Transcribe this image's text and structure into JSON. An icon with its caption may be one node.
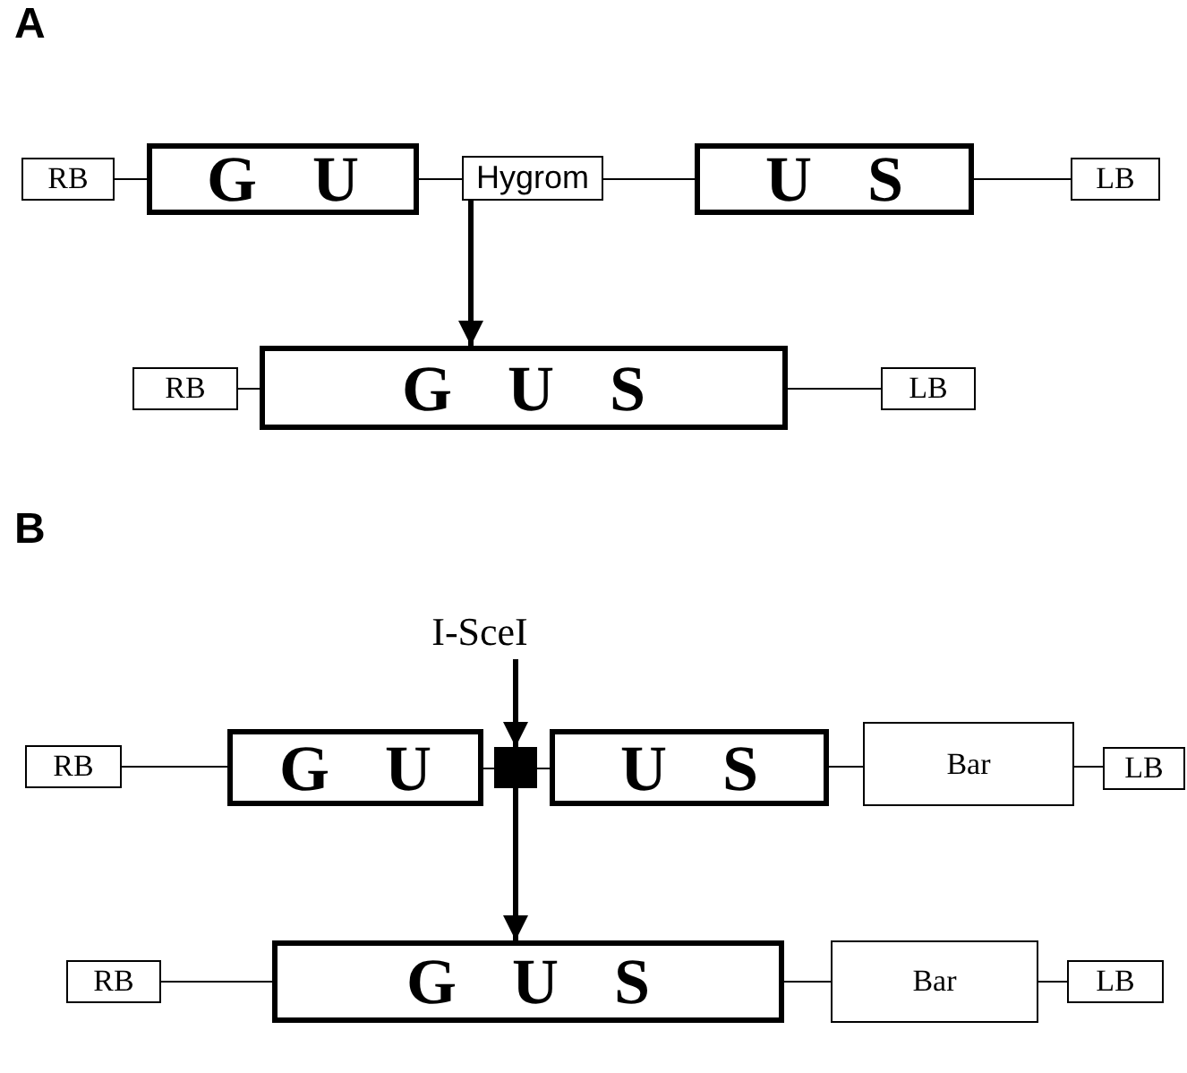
{
  "diagram": {
    "nodes": [
      {
        "text": [
          "RB"
        ]
      },
      {
        "text": [
          "G U"
        ]
      },
      {
        "text": [
          "Hygrom"
        ]
      },
      {
        "text": [
          "U S"
        ]
      },
      {
        "text": [
          "LB"
        ]
      },
      {
        "text": [
          "RB"
        ]
      },
      {
        "text": [
          "G U S"
        ]
      },
      {
        "text": [
          "LB"
        ]
      },
      {
        "text": [
          "I-SceI"
        ]
      },
      {
        "text": [
          "RB"
        ]
      },
      {
        "text": [
          "G U"
        ]
      },
      {
        "text": [],
        "shape": "box"
      },
      {
        "text": [
          "U S"
        ]
      },
      {
        "text": [
          "Bar"
        ]
      },
      {
        "text": [
          "LB"
        ]
      },
      {
        "text": [
          "RB"
        ]
      },
      {
        "text": [
          "G U S"
        ]
      },
      {
        "text": [
          "Bar"
        ]
      },
      {
        "text": [
          "LB"
        ]
      }
    ],
    "edges": [
      {
        "from": 0,
        "to": 1,
        "arrow": "none"
      },
      {
        "from": 1,
        "to": 2,
        "arrow": "none"
      },
      {
        "from": 2,
        "to": 3,
        "arrow": "none"
      },
      {
        "from": 3,
        "to": 4,
        "arrow": "none"
      },
      {
        "from": 2,
        "to": 6,
        "arrow": "to",
        "style": "thick"
      },
      {
        "from": 5,
        "to": 6,
        "arrow": "none"
      },
      {
        "from": 6,
        "to": 7,
        "arrow": "none"
      },
      {
        "from": 8,
        "to": 11,
        "arrow": "to",
        "style": "thick"
      },
      {
        "from": 9,
        "to": 10,
        "arrow": "none"
      },
      {
        "from": 10,
        "to": 11,
        "arrow": "none"
      },
      {
        "from": 11,
        "to": 12,
        "arrow": "none"
      },
      {
        "from": 12,
        "to": 13,
        "arrow": "none"
      },
      {
        "from": 13,
        "to": 14,
        "arrow": "none"
      },
      {
        "from": 11,
        "to": 16,
        "arrow": "to",
        "style": "thick"
      },
      {
        "from": 15,
        "to": 16,
        "arrow": "none"
      },
      {
        "from": 16,
        "to": 17,
        "arrow": "none"
      },
      {
        "from": 17,
        "to": 18,
        "arrow": "none"
      }
    ],
    "labels": [
      "A",
      "B"
    ]
  }
}
